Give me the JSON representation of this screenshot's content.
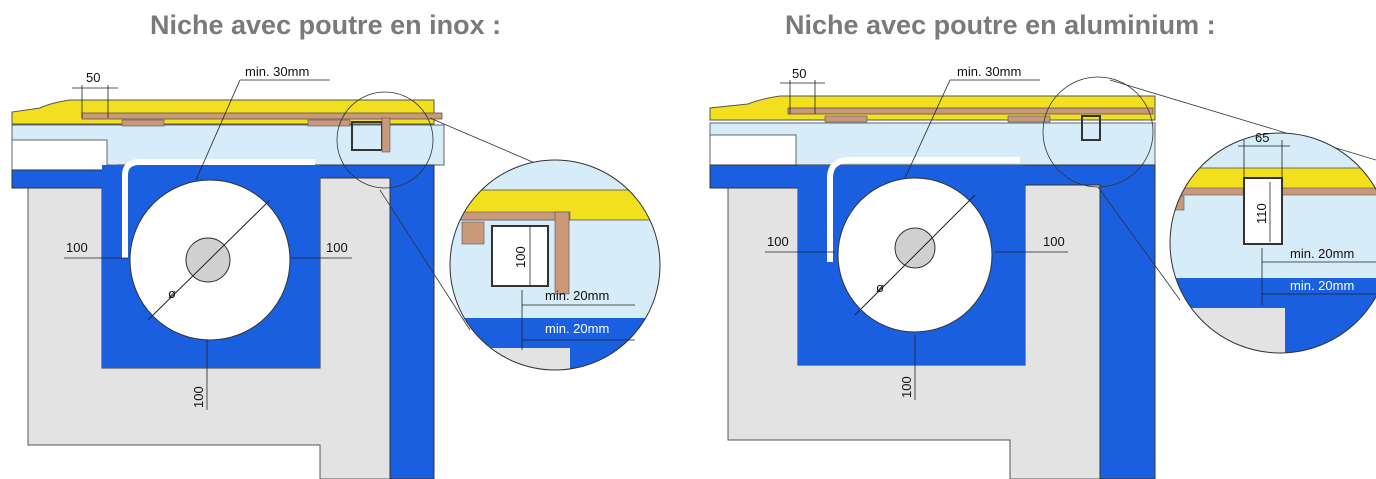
{
  "titles": {
    "left": "Niche avec poutre en inox :",
    "right": "Niche avec poutre en aluminium :"
  },
  "colors": {
    "niche_blue": "#1a5fe0",
    "water_light_blue": "#d6ecf8",
    "concrete_grey": "#e3e3e3",
    "coping_yellow": "#f2e01e",
    "wood_brown": "#c9997a",
    "title_grey": "#7a7a7a"
  },
  "left": {
    "dim_50": "50",
    "dim_min30": "min. 30mm",
    "dim_100_left": "100",
    "dim_100_right": "100",
    "dim_100_bottom": "100",
    "diameter": "ø",
    "zoom_100": "100",
    "zoom_min20_a": "min. 20mm",
    "zoom_min20_b": "min. 20mm"
  },
  "right": {
    "dim_50": "50",
    "dim_min30": "min. 30mm",
    "dim_100_left": "100",
    "dim_100_right": "100",
    "dim_100_bottom": "100",
    "diameter": "ø",
    "zoom_65": "65",
    "zoom_110": "110",
    "zoom_min20_a": "min. 20mm",
    "zoom_min20_b": "min. 20mm"
  }
}
